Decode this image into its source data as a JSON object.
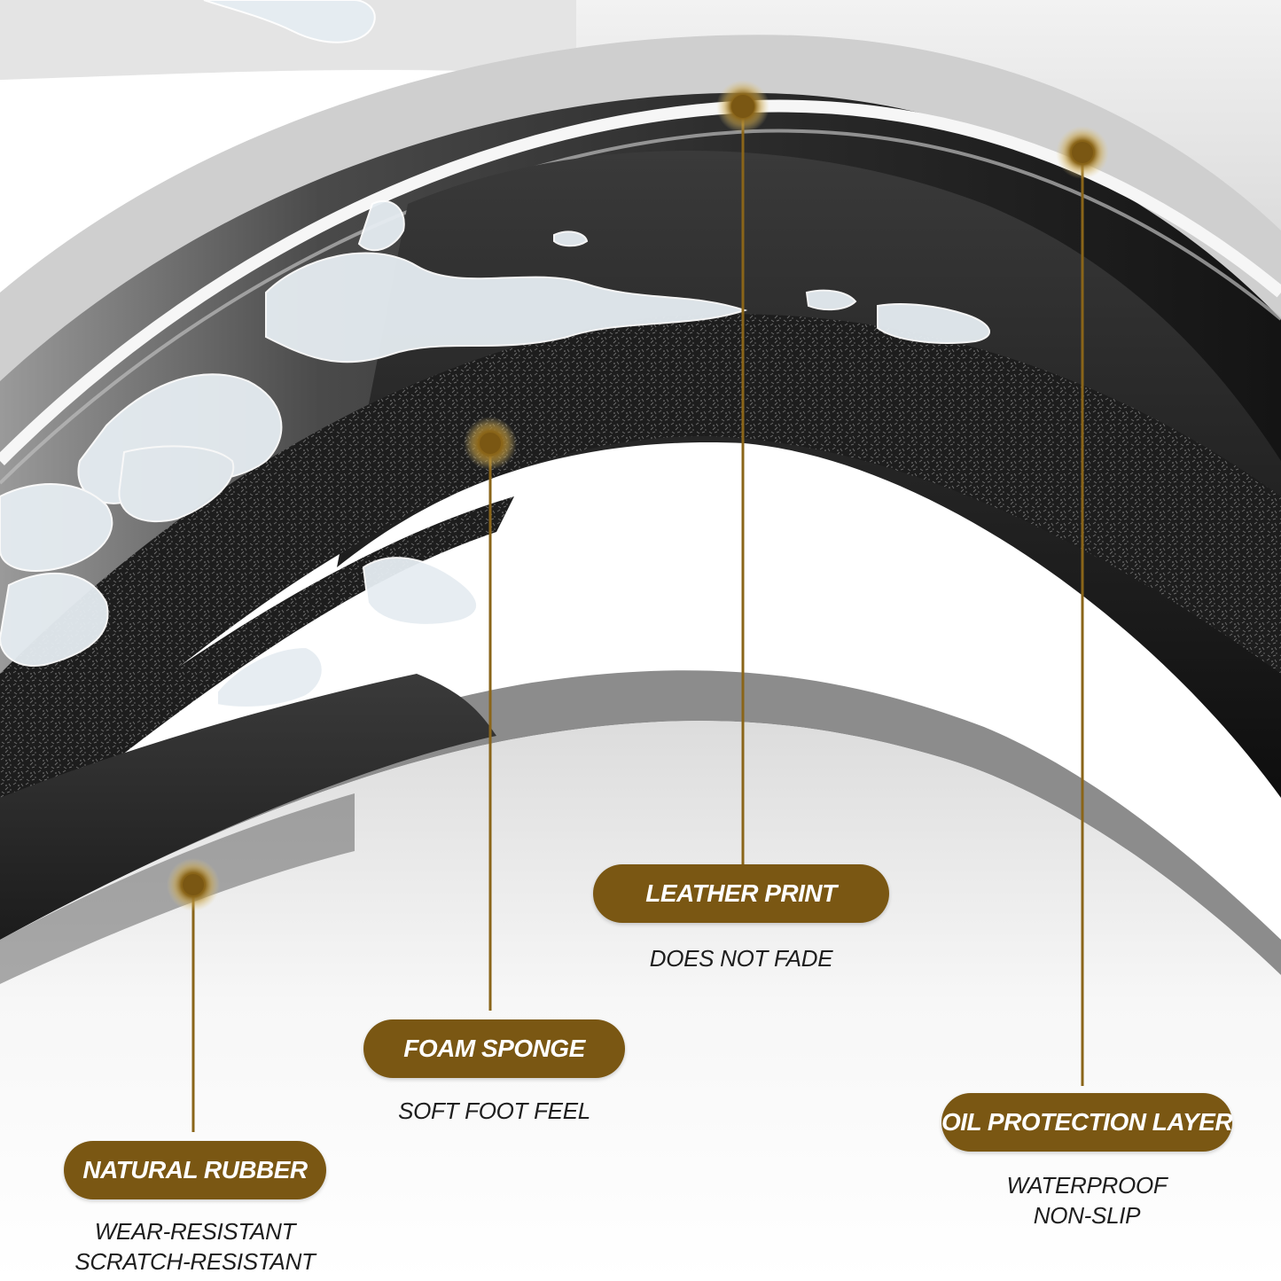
{
  "colors": {
    "accent_gold": "#7a5713",
    "accent_gold_light": "#b38b2e",
    "background": "#ffffff",
    "layer_dark": "#1b1b1b",
    "foam": "#222222",
    "water": "#e8eef3"
  },
  "labels": {
    "leather_print": {
      "title": "LEATHER PRINT",
      "caption": "DOES NOT FADE"
    },
    "foam_sponge": {
      "title": "FOAM SPONGE",
      "caption": "SOFT FOOT FEEL"
    },
    "oil_protection": {
      "title": "OIL PROTECTION LAYER",
      "caption_line1": "WATERPROOF",
      "caption_line2": "NON-SLIP"
    },
    "natural_rubber": {
      "title": "NATURAL RUBBER",
      "caption_line1": "WEAR-RESISTANT",
      "caption_line2": "SCRATCH-RESISTANT"
    }
  }
}
